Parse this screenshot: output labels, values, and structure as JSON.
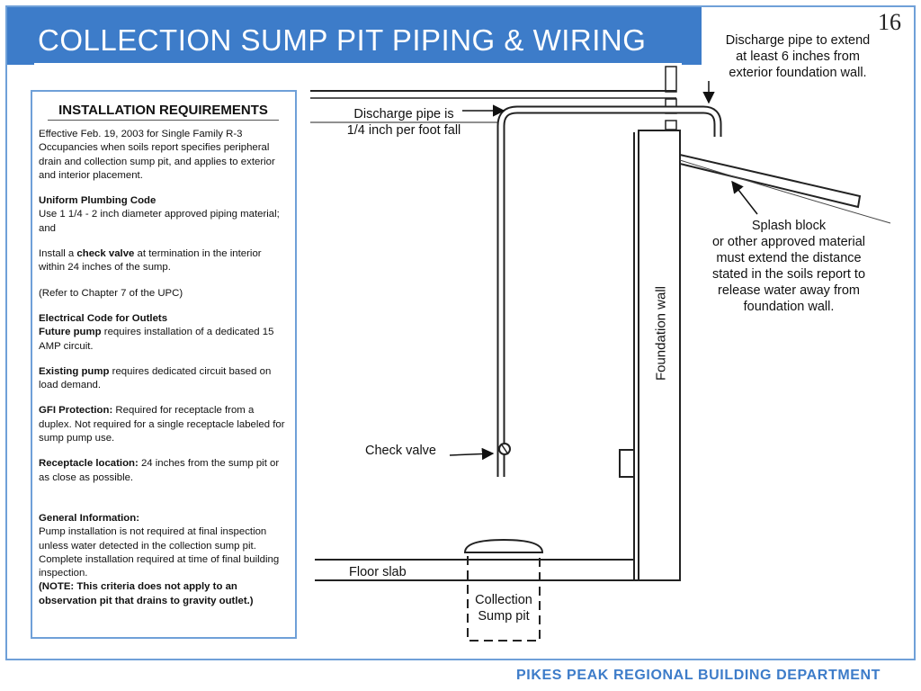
{
  "header": {
    "title": "COLLECTION SUMP PIT PIPING & WIRING",
    "page_number": "16"
  },
  "requirements": {
    "title": "INSTALLATION REQUIREMENTS",
    "intro": "Effective Feb. 19, 2003  for Single Family R-3 Occupancies when soils report specifies peripheral drain and collection sump pit, and applies to exterior and interior placement.",
    "upc_heading": "Uniform Plumbing Code",
    "upc_text": "Use 1 1/4 - 2 inch diameter approved piping material; and",
    "check_pre": "Install a ",
    "check_bold": "check valve",
    "check_post": " at termination in the interior within 24 inches of the sump.",
    "refer": "(Refer to Chapter 7 of the UPC)",
    "elec_heading": "Electrical Code for Outlets",
    "future_bold": "Future pump",
    "future_text": " requires installation of a dedicated 15 AMP circuit.",
    "existing_bold": "Existing pump",
    "existing_text": " requires dedicated circuit based on load demand.",
    "gfi_bold": "GFI Protection:",
    "gfi_text": " Required for receptacle from a duplex. Not required for a single receptacle labeled for sump pump use.",
    "recept_bold": "Receptacle location:",
    "recept_text": " 24 inches from the sump pit or as close as possible.",
    "general_heading": "General Information:",
    "general_text": "Pump installation is not required at final inspection unless water detected in the collection sump pit. Complete installation required at time of final building inspection.",
    "note_text": "(NOTE: This criteria does not apply to an observation pit that drains to gravity outlet.)"
  },
  "diagram": {
    "discharge_fall_label": [
      "Discharge pipe is",
      "1/4 inch per foot fall"
    ],
    "discharge_extend_label": [
      "Discharge pipe to extend",
      "at least 6 inches from",
      "exterior foundation wall."
    ],
    "splash_label": [
      "Splash block",
      "or other approved material",
      "must extend the distance",
      "stated in the soils report to",
      "release water away from",
      "foundation wall."
    ],
    "check_valve_label": "Check valve",
    "foundation_wall_label": "Foundation wall",
    "floor_slab_label": "Floor slab",
    "sump_label": [
      "Collection",
      "Sump pit"
    ]
  },
  "footer": {
    "department": "PIKES PEAK REGIONAL BUILDING DEPARTMENT"
  },
  "colors": {
    "banner_blue": "#3d7cc9",
    "border_blue": "#6fa0d8"
  }
}
